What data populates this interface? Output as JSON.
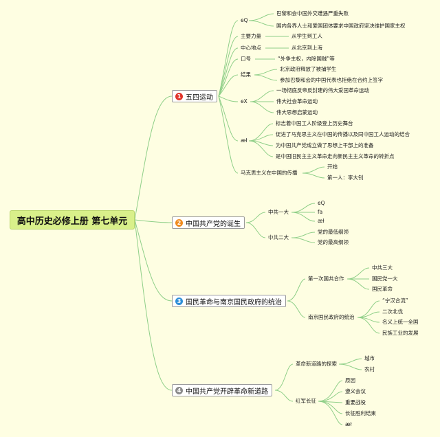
{
  "root": "高中历史必修上册 第七单元",
  "colors": {
    "badge1": "#e0352b",
    "badge2": "#f08a1c",
    "badge3": "#2f8fd8",
    "badge4": "#8c8c8c",
    "line": "#8fcf88"
  },
  "topics": [
    {
      "num": "1",
      "label": "五四运动"
    },
    {
      "num": "2",
      "label": "中国共产党的诞生"
    },
    {
      "num": "3",
      "label": "国民革命与南京国民政府的统治"
    },
    {
      "num": "4",
      "label": "中国共产党开辟革命新道路"
    }
  ],
  "t1": {
    "eq": {
      "label": "eQ",
      "items": [
        "巴黎和会中国外交遭遇严重失败",
        "国内各界人士和爱国团体要求中国政府坚决维护国家主权"
      ]
    },
    "force": {
      "label": "主要力量",
      "item": "从学生到工人"
    },
    "center": {
      "label": "中心地点",
      "item": "从北京到上海"
    },
    "slogan": {
      "label": "口号",
      "item": "“外争主权，内除国贼”等"
    },
    "result": {
      "label": "结果",
      "items": [
        "北京政府释放了被捕学生",
        "参加巴黎和会的中国代表也拒绝在合约上签字"
      ]
    },
    "ex": {
      "label": "eX",
      "items": [
        "一场彻底反帝反封建的伟大爱国革命运动",
        "伟大社会革命运动",
        "伟大思想启蒙运动"
      ]
    },
    "ai": {
      "label": "æł",
      "items": [
        "标志着中国工人阶级登上历史舞台",
        "促进了马克思主义在中国的传播以及同中国工人运动的结合",
        "为中国共产党成立做了思想上干部上的准备",
        "是中国旧民主主义革命走向新民主主义革命的转折点"
      ]
    },
    "marx": {
      "label": "马克思主义在中国的传播",
      "items": [
        "开始",
        "第一人：李大钊"
      ]
    }
  },
  "t2": {
    "first": {
      "label": "中共一大",
      "items": [
        "eQ",
        "fa",
        "æł"
      ]
    },
    "second": {
      "label": "中共二大",
      "items": [
        "党的最低纲领",
        "党的最高纲领"
      ]
    }
  },
  "t3": {
    "coop": {
      "label": "第一次国共合作",
      "items": [
        "中共三大",
        "国民党一大",
        "国民革命"
      ]
    },
    "nanjing": {
      "label": "南京国民政府的统治",
      "items": [
        "“宁汉合流”",
        "二次北伐",
        "名义上统一全国",
        "民族工业的发展"
      ]
    }
  },
  "t4": {
    "explore": {
      "label": "革命新道路的探索",
      "items": [
        "城市",
        "农村"
      ]
    },
    "march": {
      "label": "红军长征",
      "items": [
        "原因",
        "遵义会议",
        "重要战役",
        "长征胜利结束",
        "æł"
      ]
    }
  }
}
